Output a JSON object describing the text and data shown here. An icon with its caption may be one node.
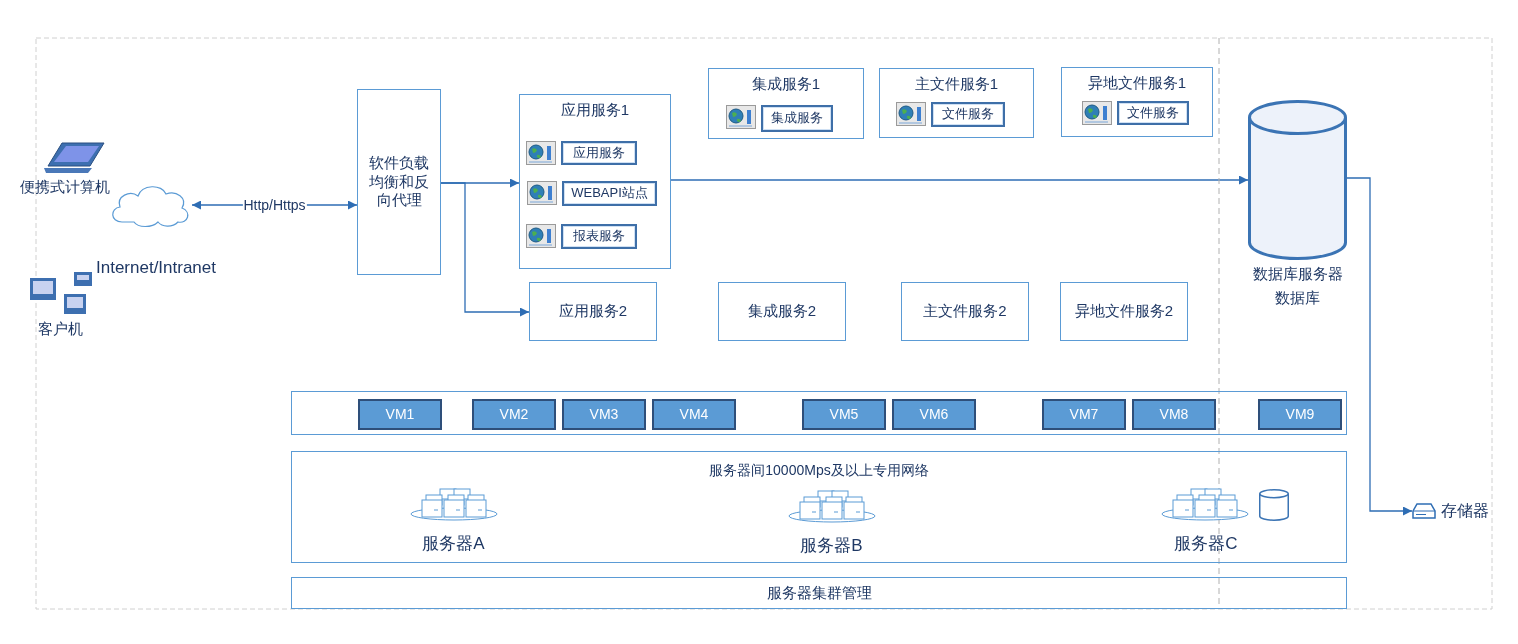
{
  "diagram": {
    "nodes": [
      {
        "text": [],
        "shape": "cloud"
      },
      {
        "text": [
          "软件负载均衡和反向代理"
        ]
      },
      {
        "text": [
          "应用服务1"
        ]
      },
      {
        "text": [
          "应用服务"
        ],
        "in": 2
      },
      {
        "text": [
          "WEBAPI站点"
        ],
        "in": 2
      },
      {
        "text": [
          "报表服务"
        ],
        "in": 2
      },
      {
        "text": [
          "集成服务1"
        ]
      },
      {
        "text": [
          "集成服务"
        ],
        "in": 6
      },
      {
        "text": [
          "主文件服务1"
        ]
      },
      {
        "text": [
          "文件服务"
        ],
        "in": 8
      },
      {
        "text": [
          "异地文件服务1"
        ]
      },
      {
        "text": [
          "文件服务"
        ],
        "in": 10
      },
      {
        "text": [
          "应用服务2"
        ]
      },
      {
        "text": [
          "集成服务2"
        ]
      },
      {
        "text": [
          "主文件服务2"
        ]
      },
      {
        "text": [
          "异地文件服务2"
        ]
      },
      {
        "text": [
          "数据库服务器",
          "数据库"
        ]
      },
      {
        "text": [
          "存储器"
        ]
      },
      {
        "text": [],
        "shape": "box"
      },
      {
        "text": [
          "VM1"
        ],
        "in": 18
      },
      {
        "text": [
          "VM2"
        ],
        "in": 18
      },
      {
        "text": [
          "VM3"
        ],
        "in": 18
      },
      {
        "text": [
          "VM4"
        ],
        "in": 18
      },
      {
        "text": [
          "VM5"
        ],
        "in": 18
      },
      {
        "text": [
          "VM6"
        ],
        "in": 18
      },
      {
        "text": [
          "VM7"
        ],
        "in": 18
      },
      {
        "text": [
          "VM8"
        ],
        "in": 18
      },
      {
        "text": [
          "VM9"
        ],
        "in": 18
      },
      {
        "text": [
          "服务器间10000Mps及以上专用网络"
        ]
      },
      {
        "text": [
          "服务器A"
        ],
        "in": 28
      },
      {
        "text": [
          "服务器B"
        ],
        "in": 28
      },
      {
        "text": [
          "服务器C"
        ],
        "in": 28
      },
      {
        "text": [
          "服务器集群管理"
        ]
      }
    ],
    "edges": [
      {
        "from": 0,
        "to": 1,
        "arrow": "both",
        "label": "Http/Https"
      },
      {
        "from": 1,
        "to": 2,
        "arrow": "to"
      },
      {
        "from": 1,
        "to": 12,
        "arrow": "to"
      },
      {
        "from": 2,
        "to": 16,
        "arrow": "to"
      },
      {
        "from": 16,
        "to": 17,
        "arrow": "to"
      }
    ],
    "labels": [
      "便携式计算机",
      "Internet/Intranet",
      "客户机"
    ]
  }
}
